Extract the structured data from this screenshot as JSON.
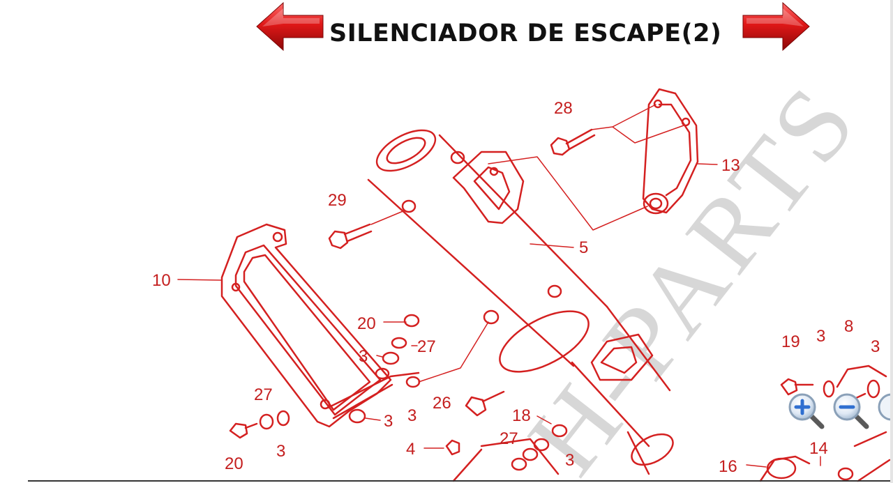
{
  "header": {
    "title": "SILENCIADOR DE ESCAPE(2)",
    "prev_icon": "arrow-left-icon",
    "next_icon": "arrow-right-icon"
  },
  "diagram": {
    "line_color": "#d42020",
    "watermark_text": "H-PARTS",
    "labels": {
      "p28": "28",
      "p13": "13",
      "p29": "29",
      "p5": "5",
      "p10": "10",
      "p20a": "20",
      "p27a": "27",
      "p3a": "3",
      "p3b": "3",
      "p3c": "3",
      "p26": "26",
      "p18": "18",
      "p27b": "27",
      "p4": "4",
      "p3d": "3",
      "p27c": "27",
      "p3e": "3",
      "p20b": "20",
      "p19": "19",
      "p3f": "3",
      "p8": "8",
      "p3g": "3",
      "p16": "16",
      "p14": "14"
    }
  },
  "zoom_controls": {
    "zoom_in_icon": "zoom-in-icon",
    "zoom_out_icon": "zoom-out-icon"
  }
}
